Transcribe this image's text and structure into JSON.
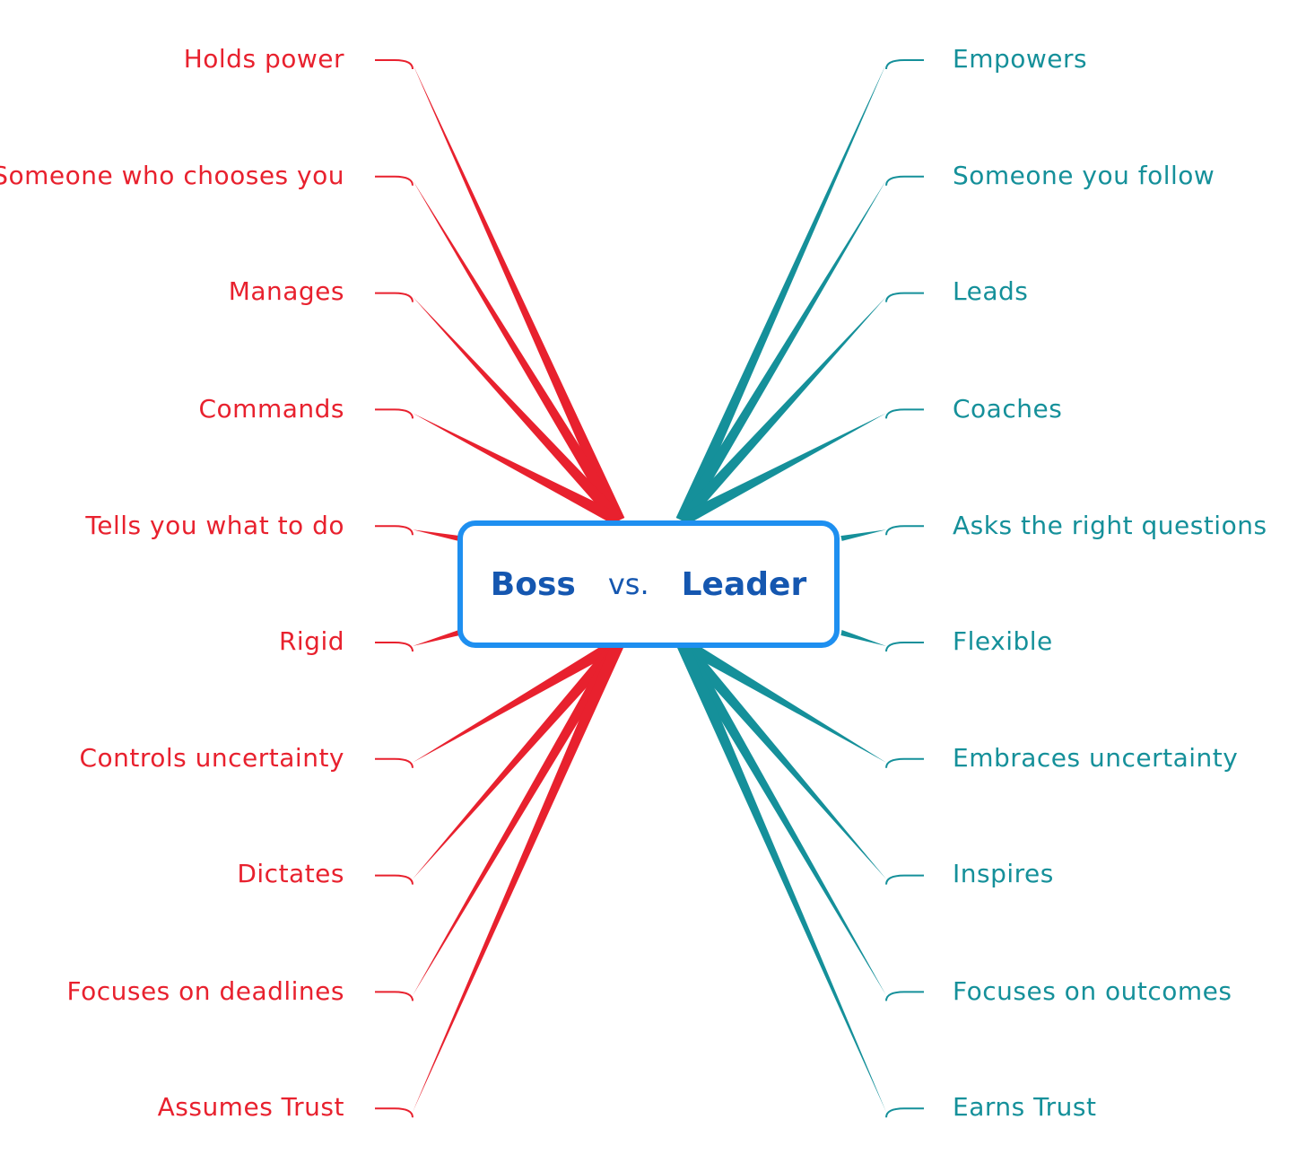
{
  "center": {
    "left": "Boss",
    "vs": "vs.",
    "right": "Leader"
  },
  "colors": {
    "boss": "#e8212e",
    "leader": "#15909a",
    "center_border": "#1e8ff0",
    "center_text": "#1557b0"
  },
  "boss": [
    "Holds power",
    "Someone who chooses you",
    "Manages",
    "Commands",
    "Tells you what to do",
    "Rigid",
    "Controls uncertainty",
    "Dictates",
    "Focuses on deadlines",
    "Assumes Trust"
  ],
  "leader": [
    "Empowers",
    "Someone you follow",
    "Leads",
    "Coaches",
    "Asks the right questions",
    "Flexible",
    "Embraces uncertainty",
    "Inspires",
    "Focuses on outcomes",
    "Earns Trust"
  ]
}
